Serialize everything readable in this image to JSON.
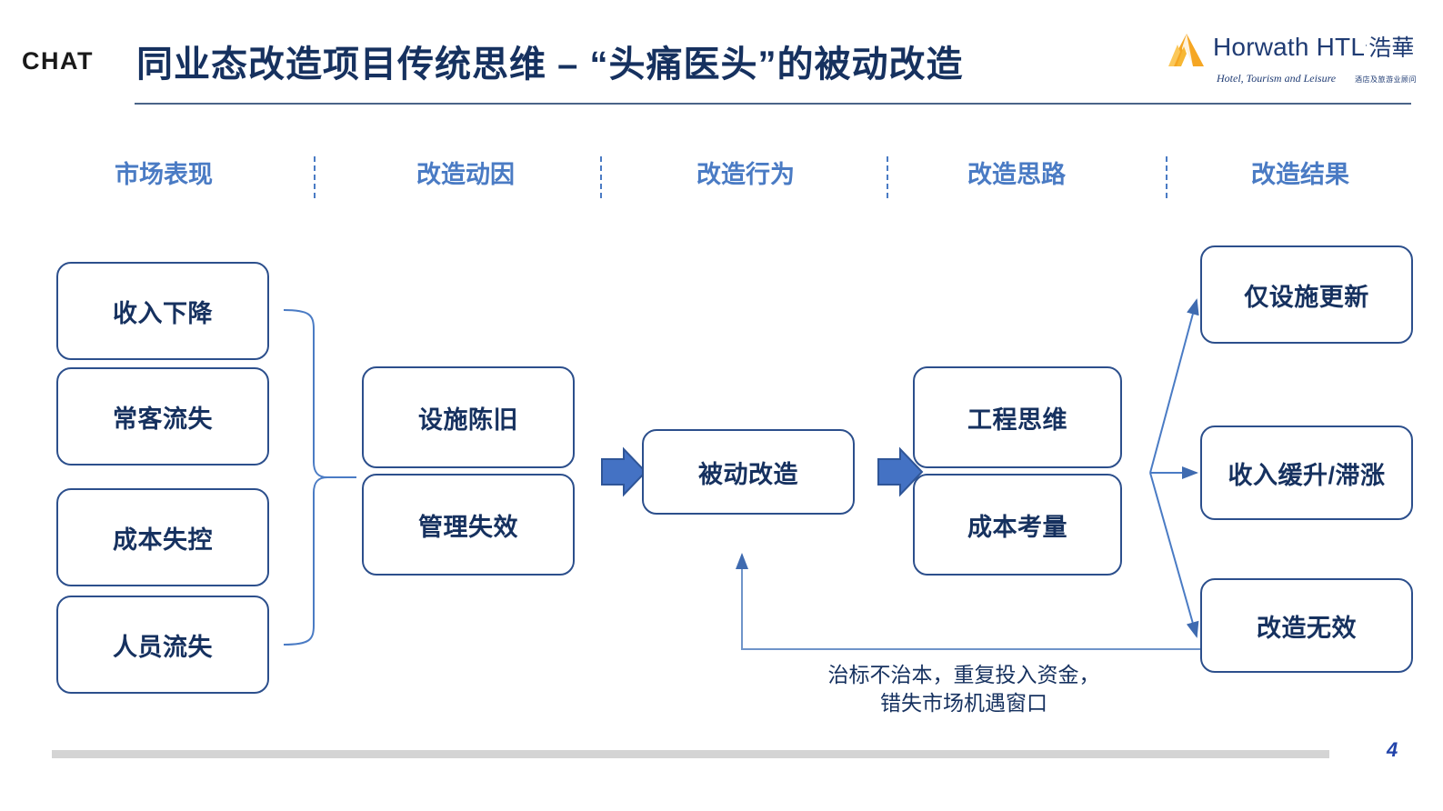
{
  "header": {
    "chat_mark": "CHAT",
    "title": "同业态改造项目传统思维 – “头痛医头”的被动改造"
  },
  "logo": {
    "wordmark": "Horwath HTL",
    "tm": ".",
    "chinese": "浩華",
    "tagline": "Hotel, Tourism and Leisure",
    "tagline_cn": "酒店及旅游业顾问",
    "mark_color": "#f5a623",
    "text_color": "#1f3b73"
  },
  "columns": [
    {
      "label": "市场表现"
    },
    {
      "label": "改造动因"
    },
    {
      "label": "改造行为"
    },
    {
      "label": "改造思路"
    },
    {
      "label": "改造结果"
    }
  ],
  "nodes": {
    "market": [
      {
        "label": "收入下降"
      },
      {
        "label": "常客流失"
      },
      {
        "label": "成本失控"
      },
      {
        "label": "人员流失"
      }
    ],
    "causes": [
      {
        "label": "设施陈旧"
      },
      {
        "label": "管理失效"
      }
    ],
    "action": [
      {
        "label": "被动改造"
      }
    ],
    "thinking": [
      {
        "label": "工程思维"
      },
      {
        "label": "成本考量"
      }
    ],
    "results": [
      {
        "label": "仅设施更新"
      },
      {
        "label": "收入缓升/滞涨"
      },
      {
        "label": "改造无效"
      }
    ]
  },
  "caption": {
    "line1": "治标不治本，重复投入资金，",
    "line2": "错失市场机遇窗口"
  },
  "footer": {
    "page_number": "4"
  },
  "colors": {
    "title": "#16315f",
    "column_header": "#4a7bc4",
    "node_border": "#2c4f8c",
    "block_arrow_fill": "#4472c4",
    "block_arrow_stroke": "#2f5597",
    "thin_arrow": "#4a7bc4",
    "rule": "#4a6489",
    "footer_bar": "#d4d4d4",
    "page_number": "#2244aa"
  }
}
